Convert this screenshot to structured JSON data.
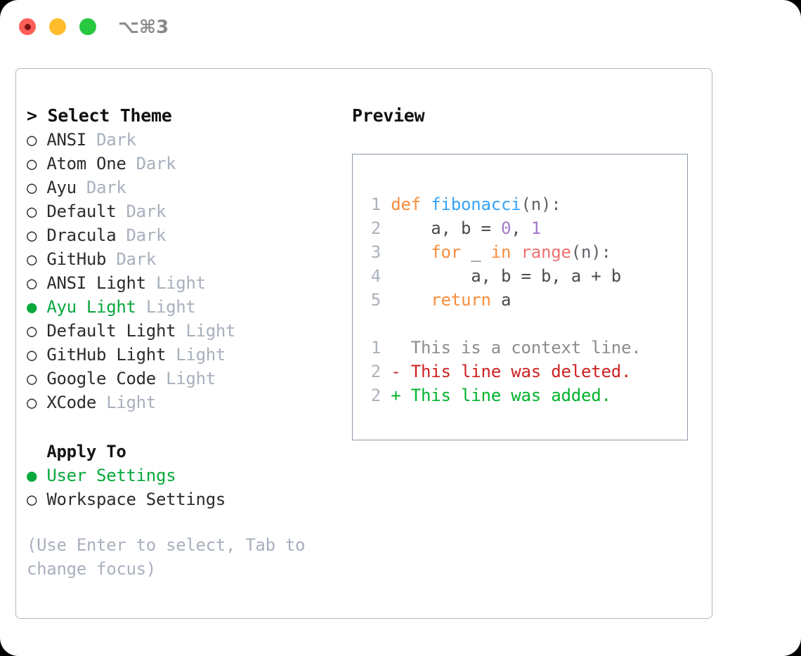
{
  "titlebar": {
    "shortcut": "⌥⌘3",
    "lights": [
      {
        "name": "close",
        "color": "#ff5f57"
      },
      {
        "name": "minimize",
        "color": "#ffbd2e"
      },
      {
        "name": "maximize",
        "color": "#28c840"
      }
    ]
  },
  "theme_section": {
    "caret": ">",
    "heading": "Select Theme",
    "marker_selected": "●",
    "marker_unselected": "○",
    "items": [
      {
        "name": "ANSI",
        "tag": "Dark",
        "selected": false
      },
      {
        "name": "Atom One",
        "tag": "Dark",
        "selected": false
      },
      {
        "name": "Ayu",
        "tag": "Dark",
        "selected": false
      },
      {
        "name": "Default",
        "tag": "Dark",
        "selected": false
      },
      {
        "name": "Dracula",
        "tag": "Dark",
        "selected": false
      },
      {
        "name": "GitHub",
        "tag": "Dark",
        "selected": false
      },
      {
        "name": "ANSI Light",
        "tag": "Light",
        "selected": false
      },
      {
        "name": "Ayu Light",
        "tag": "Light",
        "selected": true
      },
      {
        "name": "Default Light",
        "tag": "Light",
        "selected": false
      },
      {
        "name": "GitHub Light",
        "tag": "Light",
        "selected": false
      },
      {
        "name": "Google Code",
        "tag": "Light",
        "selected": false
      },
      {
        "name": "XCode",
        "tag": "Light",
        "selected": false
      }
    ]
  },
  "apply_section": {
    "heading": "Apply To",
    "items": [
      {
        "name": "User Settings",
        "selected": true
      },
      {
        "name": "Workspace Settings",
        "selected": false
      }
    ]
  },
  "hint": "(Use Enter to select, Tab to change focus)",
  "preview": {
    "title": "Preview",
    "code_lines": [
      {
        "no": "1",
        "tokens": [
          {
            "t": "def ",
            "c": "kw"
          },
          {
            "t": "fibonacci",
            "c": "fn"
          },
          {
            "t": "(n):",
            "c": "punc"
          }
        ]
      },
      {
        "no": "2",
        "tokens": [
          {
            "t": "    a, b = ",
            "c": "txt"
          },
          {
            "t": "0",
            "c": "num"
          },
          {
            "t": ", ",
            "c": "txt"
          },
          {
            "t": "1",
            "c": "num"
          }
        ]
      },
      {
        "no": "3",
        "tokens": [
          {
            "t": "    ",
            "c": "txt"
          },
          {
            "t": "for",
            "c": "kw"
          },
          {
            "t": " _ ",
            "c": "txt"
          },
          {
            "t": "in",
            "c": "kw"
          },
          {
            "t": " ",
            "c": "txt"
          },
          {
            "t": "range",
            "c": "call"
          },
          {
            "t": "(n):",
            "c": "punc"
          }
        ]
      },
      {
        "no": "4",
        "tokens": [
          {
            "t": "        a, b = b, a + b",
            "c": "txt"
          }
        ]
      },
      {
        "no": "5",
        "tokens": [
          {
            "t": "    ",
            "c": "txt"
          },
          {
            "t": "return",
            "c": "kw"
          },
          {
            "t": " a",
            "c": "txt"
          }
        ]
      }
    ],
    "diff_lines": [
      {
        "no": "1",
        "prefix": "  ",
        "text": "This is a context line.",
        "kind": "ctx"
      },
      {
        "no": "2",
        "prefix": "- ",
        "text": "This line was deleted.",
        "kind": "del"
      },
      {
        "no": "2",
        "prefix": "+ ",
        "text": "This line was added.",
        "kind": "add"
      }
    ]
  },
  "colors": {
    "accent_green": "#07a83c",
    "muted": "#a8b0bd",
    "keyword": "#fa8d3e",
    "function": "#36a3f7",
    "number": "#a37acc",
    "call": "#f07171",
    "diff_del": "#cc2222",
    "diff_add": "#00b32c",
    "panel_border": "#aeb7c4",
    "code_border": "#8c99a9"
  }
}
